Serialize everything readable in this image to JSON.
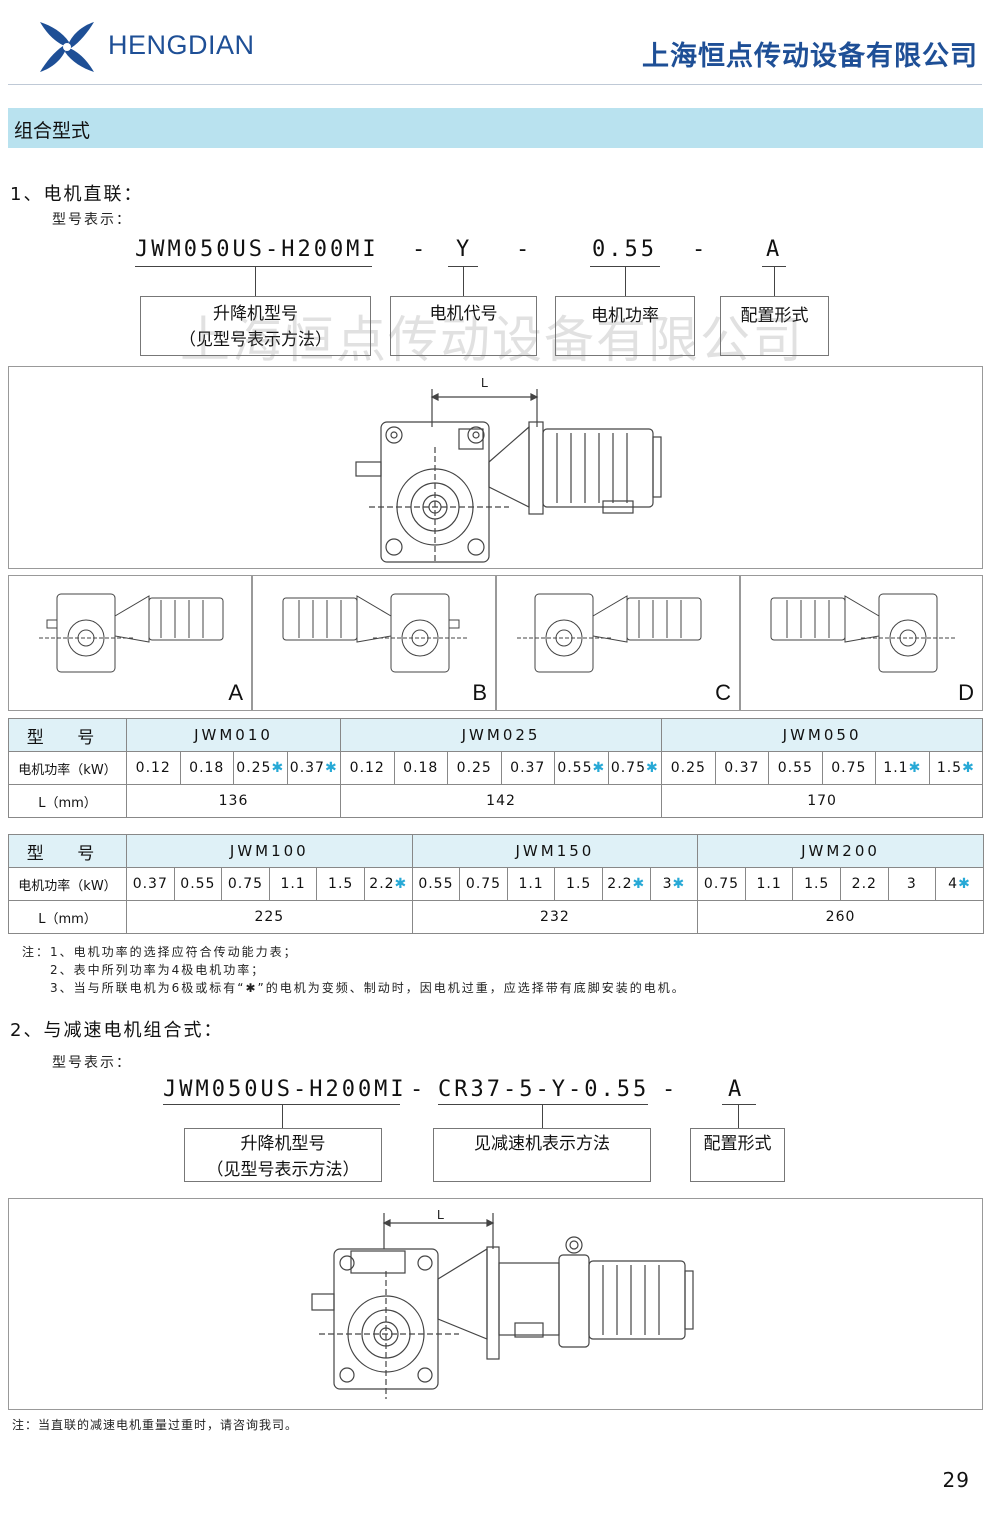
{
  "header": {
    "brand": "HENGDIAN",
    "company": "上海恒点传动设备有限公司"
  },
  "banner": {
    "title": "组合型式"
  },
  "section1": {
    "heading": "1、电机直联：",
    "model_label": "型号表示：",
    "code_parts": [
      "JWM050US-H200MI",
      "-",
      "Y",
      "-",
      "0.55",
      "-",
      "A"
    ],
    "boxes": [
      {
        "line1": "升降机型号",
        "line2": "（见型号表示方法）"
      },
      {
        "line1": "电机代号",
        "line2": ""
      },
      {
        "line1": "电机功率",
        "line2": ""
      },
      {
        "line1": "配置形式",
        "line2": ""
      }
    ],
    "watermark": "上海恒点传动设备有限公司",
    "dimension_label": "L",
    "views": [
      "A",
      "B",
      "C",
      "D"
    ]
  },
  "table1": {
    "row_labels": {
      "model": "型 号",
      "power": "电机功率（kW）",
      "length": "L（mm）"
    },
    "groups": [
      {
        "model": "JWM010",
        "powers": [
          "0.12",
          "0.18",
          "0.25",
          "0.37"
        ],
        "starred": [
          false,
          false,
          true,
          true
        ],
        "L": "136"
      },
      {
        "model": "JWM025",
        "powers": [
          "0.12",
          "0.18",
          "0.25",
          "0.37",
          "0.55",
          "0.75"
        ],
        "starred": [
          false,
          false,
          false,
          false,
          true,
          true
        ],
        "L": "142"
      },
      {
        "model": "JWM050",
        "powers": [
          "0.25",
          "0.37",
          "0.55",
          "0.75",
          "1.1",
          "1.5"
        ],
        "starred": [
          false,
          false,
          false,
          false,
          true,
          true
        ],
        "L": "170"
      }
    ]
  },
  "table2": {
    "row_labels": {
      "model": "型 号",
      "power": "电机功率（kW）",
      "length": "L（mm）"
    },
    "groups": [
      {
        "model": "JWM100",
        "powers": [
          "0.37",
          "0.55",
          "0.75",
          "1.1",
          "1.5",
          "2.2"
        ],
        "starred": [
          false,
          false,
          false,
          false,
          false,
          true
        ],
        "L": "225"
      },
      {
        "model": "JWM150",
        "powers": [
          "0.55",
          "0.75",
          "1.1",
          "1.5",
          "2.2",
          "3"
        ],
        "starred": [
          false,
          false,
          false,
          false,
          true,
          true
        ],
        "L": "232"
      },
      {
        "model": "JWM200",
        "powers": [
          "0.75",
          "1.1",
          "1.5",
          "2.2",
          "3",
          "4"
        ],
        "starred": [
          false,
          false,
          false,
          false,
          false,
          true
        ],
        "L": "260"
      }
    ]
  },
  "notes": [
    "注：1、电机功率的选择应符合传动能力表；",
    "2、表中所列功率为4极电机功率；",
    "3、当与所联电机为6极或标有“✱”的电机为变频、制动时，因电机过重，应选择带有底脚安装的电机。"
  ],
  "section2": {
    "heading": "2、与减速电机组合式：",
    "model_label": "型号表示：",
    "code_parts": [
      "JWM050US-H200MI",
      "-",
      "CR37-5-Y-0.55",
      "-",
      "A"
    ],
    "boxes": [
      {
        "line1": "升降机型号",
        "line2": "（见型号表示方法）"
      },
      {
        "line1": "见减速机表示方法",
        "line2": ""
      },
      {
        "line1": "配置形式",
        "line2": ""
      }
    ],
    "dimension_label": "L",
    "note": "注：当直联的减速电机重量过重时，请咨询我司。"
  },
  "footer": {
    "page_number": "29"
  },
  "colors": {
    "brand_blue": "#1e4f96",
    "banner": "#b9e2ef",
    "table_head": "#dff1f7",
    "star": "#27a9d6"
  },
  "icons": [
    "hengdian-logo-icon"
  ]
}
